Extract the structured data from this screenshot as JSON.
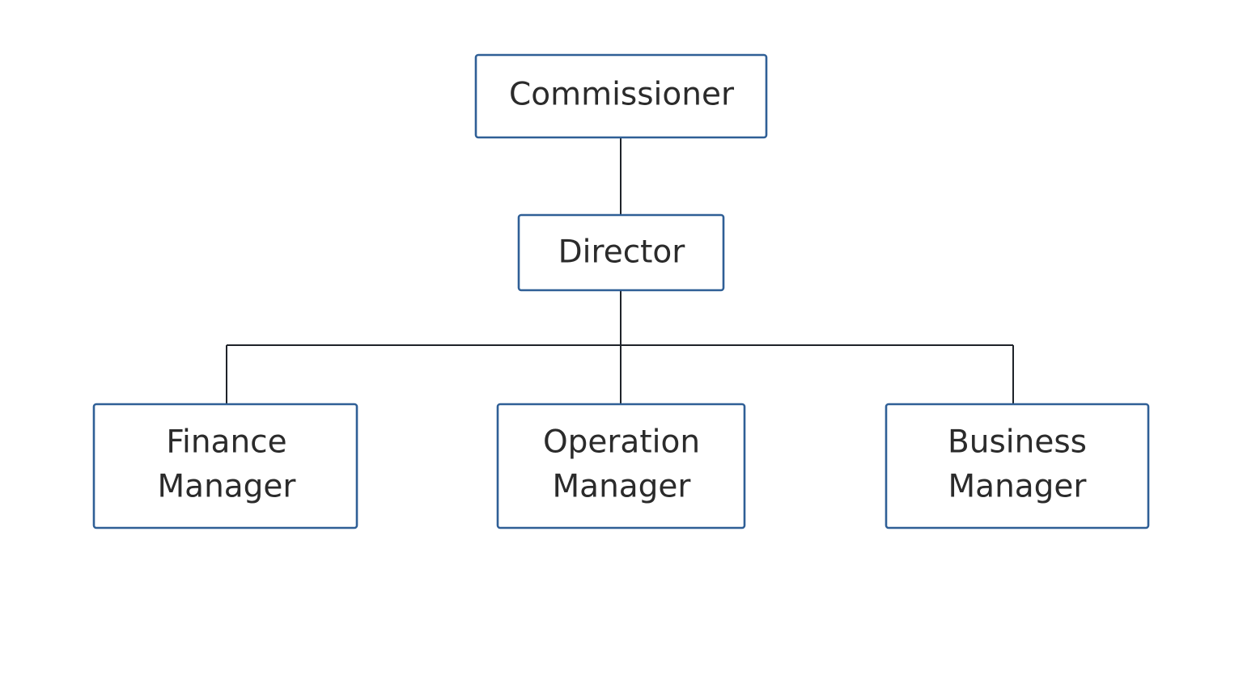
{
  "colors": {
    "box_border": "#2f5f96",
    "connector": "#1f2329",
    "text": "#2b2b2b",
    "background": "#ffffff"
  },
  "nodes": {
    "commissioner": {
      "lines": [
        "Commissioner"
      ]
    },
    "director": {
      "lines": [
        "Director"
      ]
    },
    "finance_manager": {
      "lines": [
        "Finance",
        "Manager"
      ]
    },
    "operation_manager": {
      "lines": [
        "Operation",
        "Manager"
      ]
    },
    "business_manager": {
      "lines": [
        "Business",
        "Manager"
      ]
    }
  },
  "edges": [
    {
      "from": "Commissioner",
      "to": "Director"
    },
    {
      "from": "Director",
      "to": "Finance Manager"
    },
    {
      "from": "Director",
      "to": "Operation Manager"
    },
    {
      "from": "Director",
      "to": "Business Manager"
    }
  ]
}
